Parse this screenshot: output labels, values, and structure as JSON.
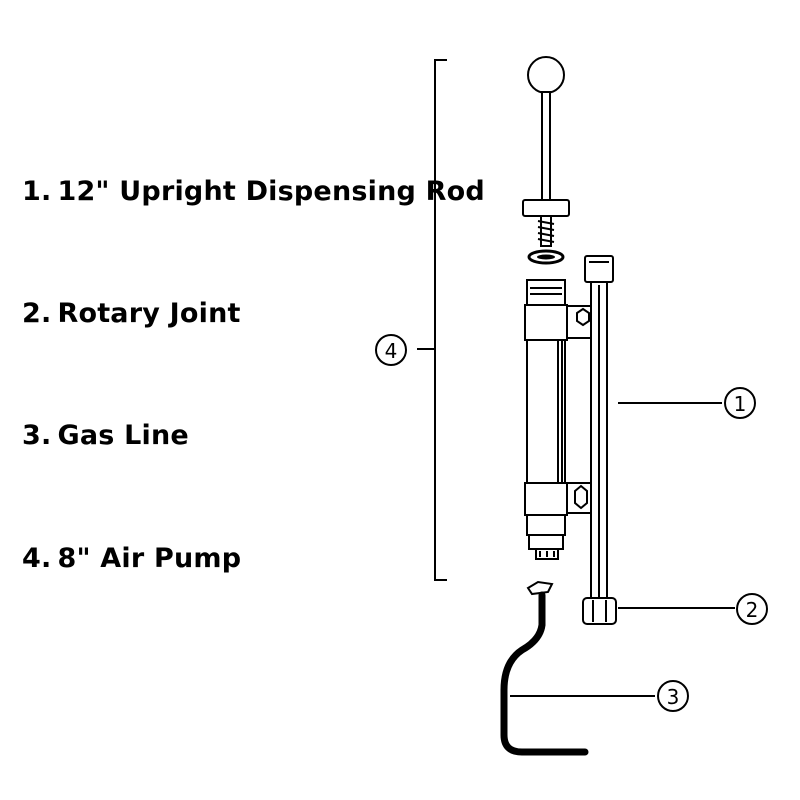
{
  "parts": [
    {
      "number": "1.",
      "name": "12\" Upright Dispensing Rod"
    },
    {
      "number": "2.",
      "name": "Rotary Joint"
    },
    {
      "number": "3.",
      "name": "Gas Line"
    },
    {
      "number": "4.",
      "name": "8\" Air Pump"
    }
  ],
  "callouts": {
    "c1": "1",
    "c2": "2",
    "c3": "3",
    "c4": "4"
  }
}
